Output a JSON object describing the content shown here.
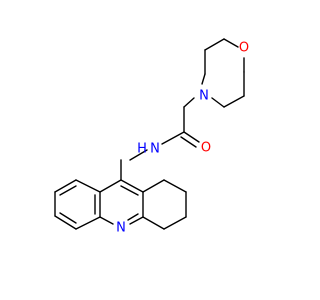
{
  "atoms": {
    "O_ring": {
      "symbol": "O",
      "color": "#ff0000"
    },
    "N_morph": {
      "symbol": "N",
      "color": "#0000ff"
    },
    "O_amide": {
      "symbol": "O",
      "color": "#ff0000"
    },
    "NH": {
      "symbol": "N",
      "color": "#0000ff"
    },
    "H": {
      "symbol": "H",
      "color": "#0000ff"
    },
    "N_ring": {
      "symbol": "N",
      "color": "#0000ff"
    }
  },
  "colors": {
    "bond": "#000000",
    "background": "#ffffff"
  }
}
